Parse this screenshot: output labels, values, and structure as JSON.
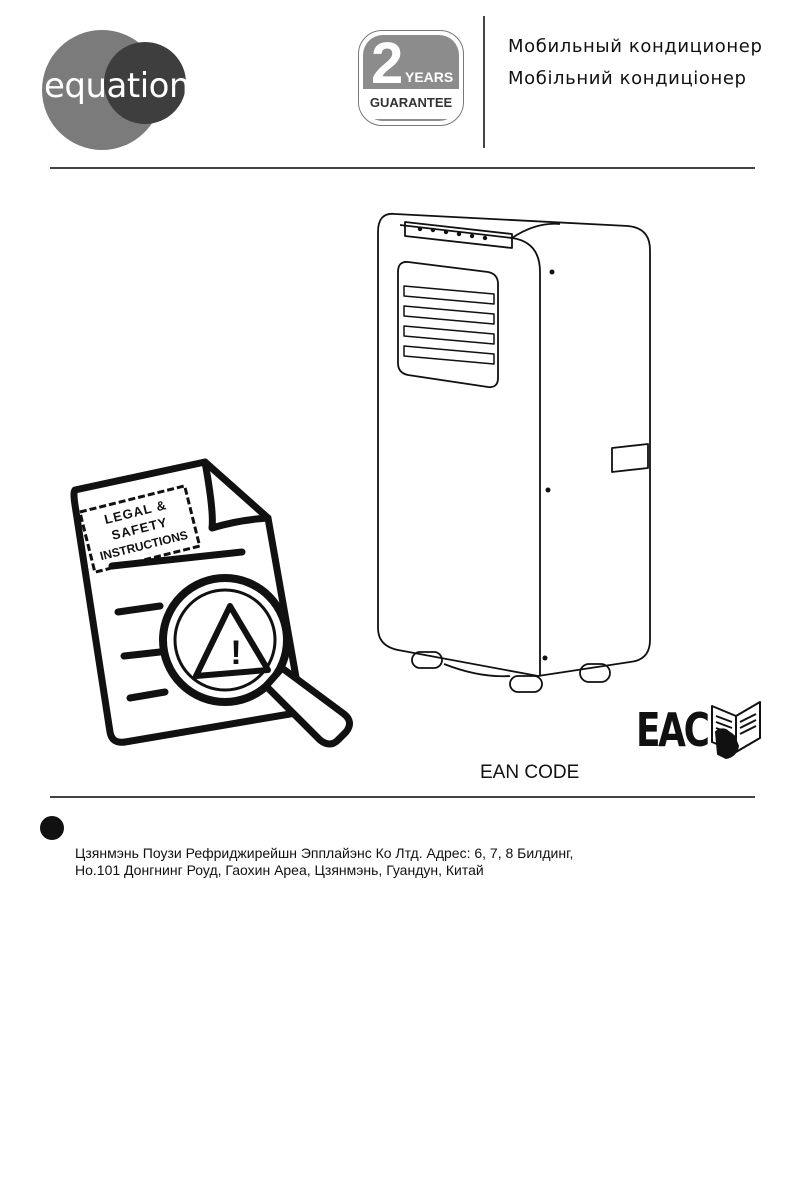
{
  "brand": {
    "name": "equation"
  },
  "guarantee": {
    "number": "2",
    "years": "YEARS",
    "label": "GUARANTEE"
  },
  "title": {
    "ru": "Мобильный кондиционер",
    "uk": "Мобільний кондиціонер"
  },
  "legal_doc": {
    "stamp_lines": [
      "LEGAL &",
      "SAFETY",
      "INSTRUCTIONS"
    ],
    "warning_mark": "!"
  },
  "certification": {
    "mark": "EAC"
  },
  "ean": {
    "label": "EAN CODE"
  },
  "manufacturer": {
    "address_line1": "Цзянмэнь Поузи Рефриджирейшн Эпплайэнс Ко Лтд. Адрес: 6, 7, 8 Билдинг,",
    "address_line2": "Но.101 Донгнинг Роуд, Гаохин Ареа, Цзянмэнь, Гуандун, Китай"
  },
  "colors": {
    "ink": "#111111",
    "logo_light": "#7b7b7b",
    "logo_dark": "#3e3e3e",
    "badge_gray": "#8c8c8c"
  }
}
